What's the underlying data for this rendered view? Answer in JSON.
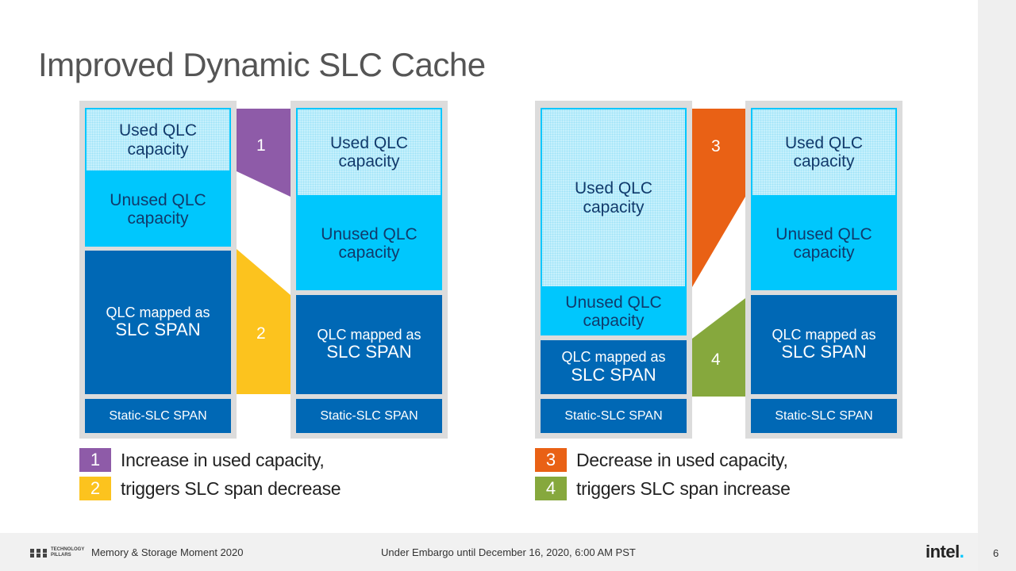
{
  "slide": {
    "title": "Improved Dynamic SLC Cache",
    "page_number": "6"
  },
  "colors": {
    "used": "#c6f0fc",
    "unused": "#00c7fd",
    "span": "#0068b5",
    "marker_1": "#8e5ba8",
    "marker_2": "#fcc31e",
    "marker_3": "#e96115",
    "marker_4": "#86a83d"
  },
  "columns": [
    {
      "used": "Used QLC capacity",
      "unused": "Unused QLC capacity",
      "span_small": "QLC mapped as",
      "span_big": "SLC SPAN",
      "static": "Static-SLC SPAN"
    },
    {
      "used": "Used QLC capacity",
      "unused": "Unused QLC capacity",
      "span_small": "QLC mapped as",
      "span_big": "SLC SPAN",
      "static": "Static-SLC SPAN"
    },
    {
      "used": "Used QLC capacity",
      "unused": "Unused QLC capacity",
      "span_small": "QLC mapped as",
      "span_big": "SLC SPAN",
      "static": "Static-SLC SPAN"
    },
    {
      "used": "Used QLC capacity",
      "unused": "Unused QLC capacity",
      "span_small": "QLC mapped as",
      "span_big": "SLC SPAN",
      "static": "Static-SLC SPAN"
    }
  ],
  "markers": [
    "1",
    "2",
    "3",
    "4"
  ],
  "legend": [
    {
      "num": "1",
      "text": "Increase in used capacity,"
    },
    {
      "num": "2",
      "text": "triggers SLC span decrease"
    },
    {
      "num": "3",
      "text": "Decrease in used capacity,"
    },
    {
      "num": "4",
      "text": "triggers SLC span increase"
    }
  ],
  "footer": {
    "pillars_line1": "TECHNOLOGY",
    "pillars_line2": "PILLARS",
    "event": "Memory & Storage Moment 2020",
    "embargo": "Under Embargo until December 16, 2020, 6:00 AM PST",
    "brand": "intel",
    "brand_dot": "."
  }
}
